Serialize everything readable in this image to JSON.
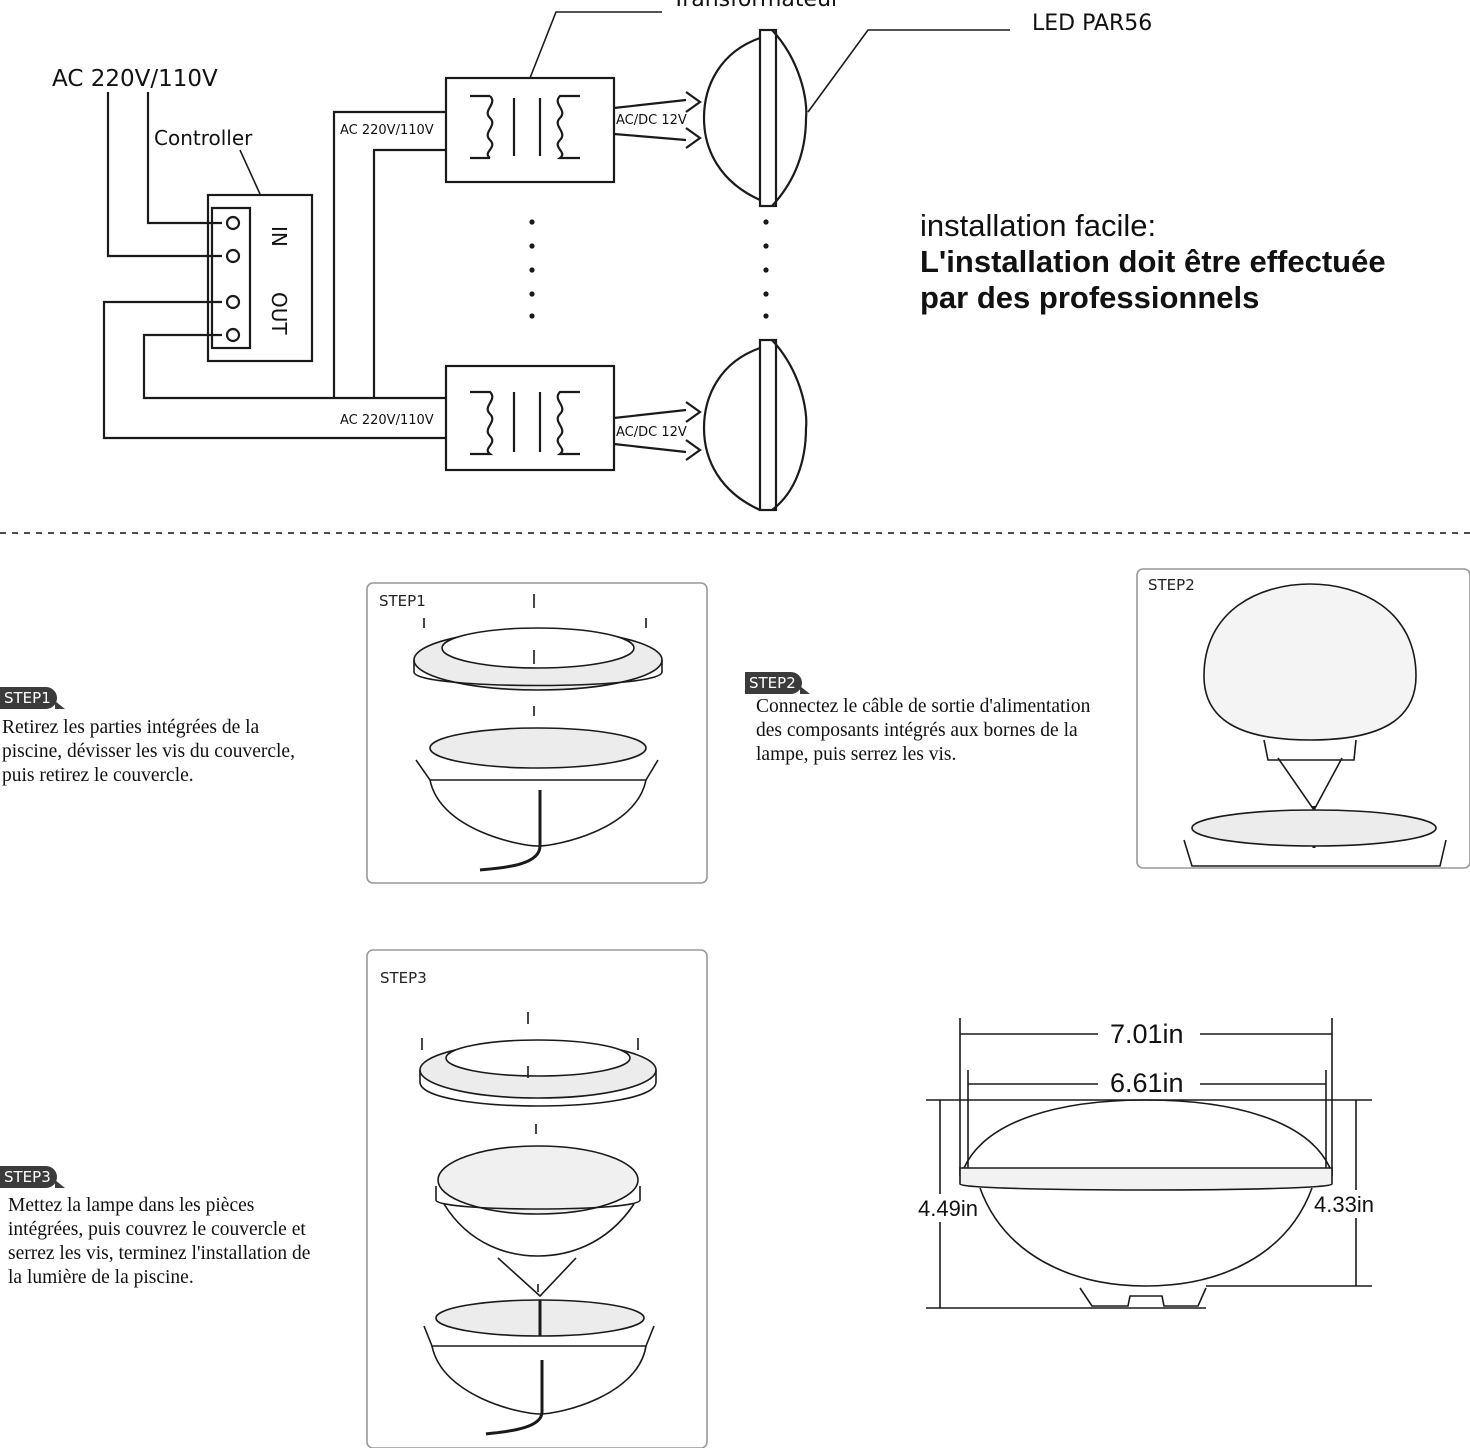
{
  "wiring": {
    "transformer_label": "Transformateur",
    "lamp_label": "LED PAR56",
    "supply_label": "AC 220V/110V",
    "controller_label": "Controller",
    "controller_in": "IN",
    "controller_out": "OUT",
    "transformer_input_top": "AC 220V/110V",
    "transformer_input_bottom": "AC 220V/110V",
    "transformer_output_top": "AC/DC 12V",
    "transformer_output_bottom": "AC/DC 12V"
  },
  "notice": {
    "line1": "installation facile:",
    "line2": "L'installation doit être effectuée",
    "line3": "par des professionnels"
  },
  "steps": [
    {
      "tag": "STEP1",
      "panel_label": "STEP1",
      "text": [
        "Retirez les parties intégrées de la",
        "piscine, dévisser les vis du couvercle,",
        "puis retirez le couvercle."
      ]
    },
    {
      "tag": "STEP2",
      "panel_label": "STEP2",
      "text": [
        "Connectez le câble de sortie d'alimentation",
        "des composants intégrés aux bornes de la",
        "lampe, puis serrez les vis."
      ]
    },
    {
      "tag": "STEP3",
      "panel_label": "STEP3",
      "text": [
        "Mettez la lampe dans les pièces",
        "intégrées, puis couvrez le couvercle et",
        "serrez les vis, terminez l'installation de",
        "la lumière de la piscine."
      ]
    }
  ],
  "dimensions": {
    "outer_width": "7.01in",
    "inner_width": "6.61in",
    "total_height": "4.49in",
    "body_height": "4.33in"
  },
  "colors": {
    "line": "#1a1a1a",
    "tag_bg": "#3b3b3b",
    "panel_border": "#999999",
    "fill_light": "#e6e6e6"
  }
}
